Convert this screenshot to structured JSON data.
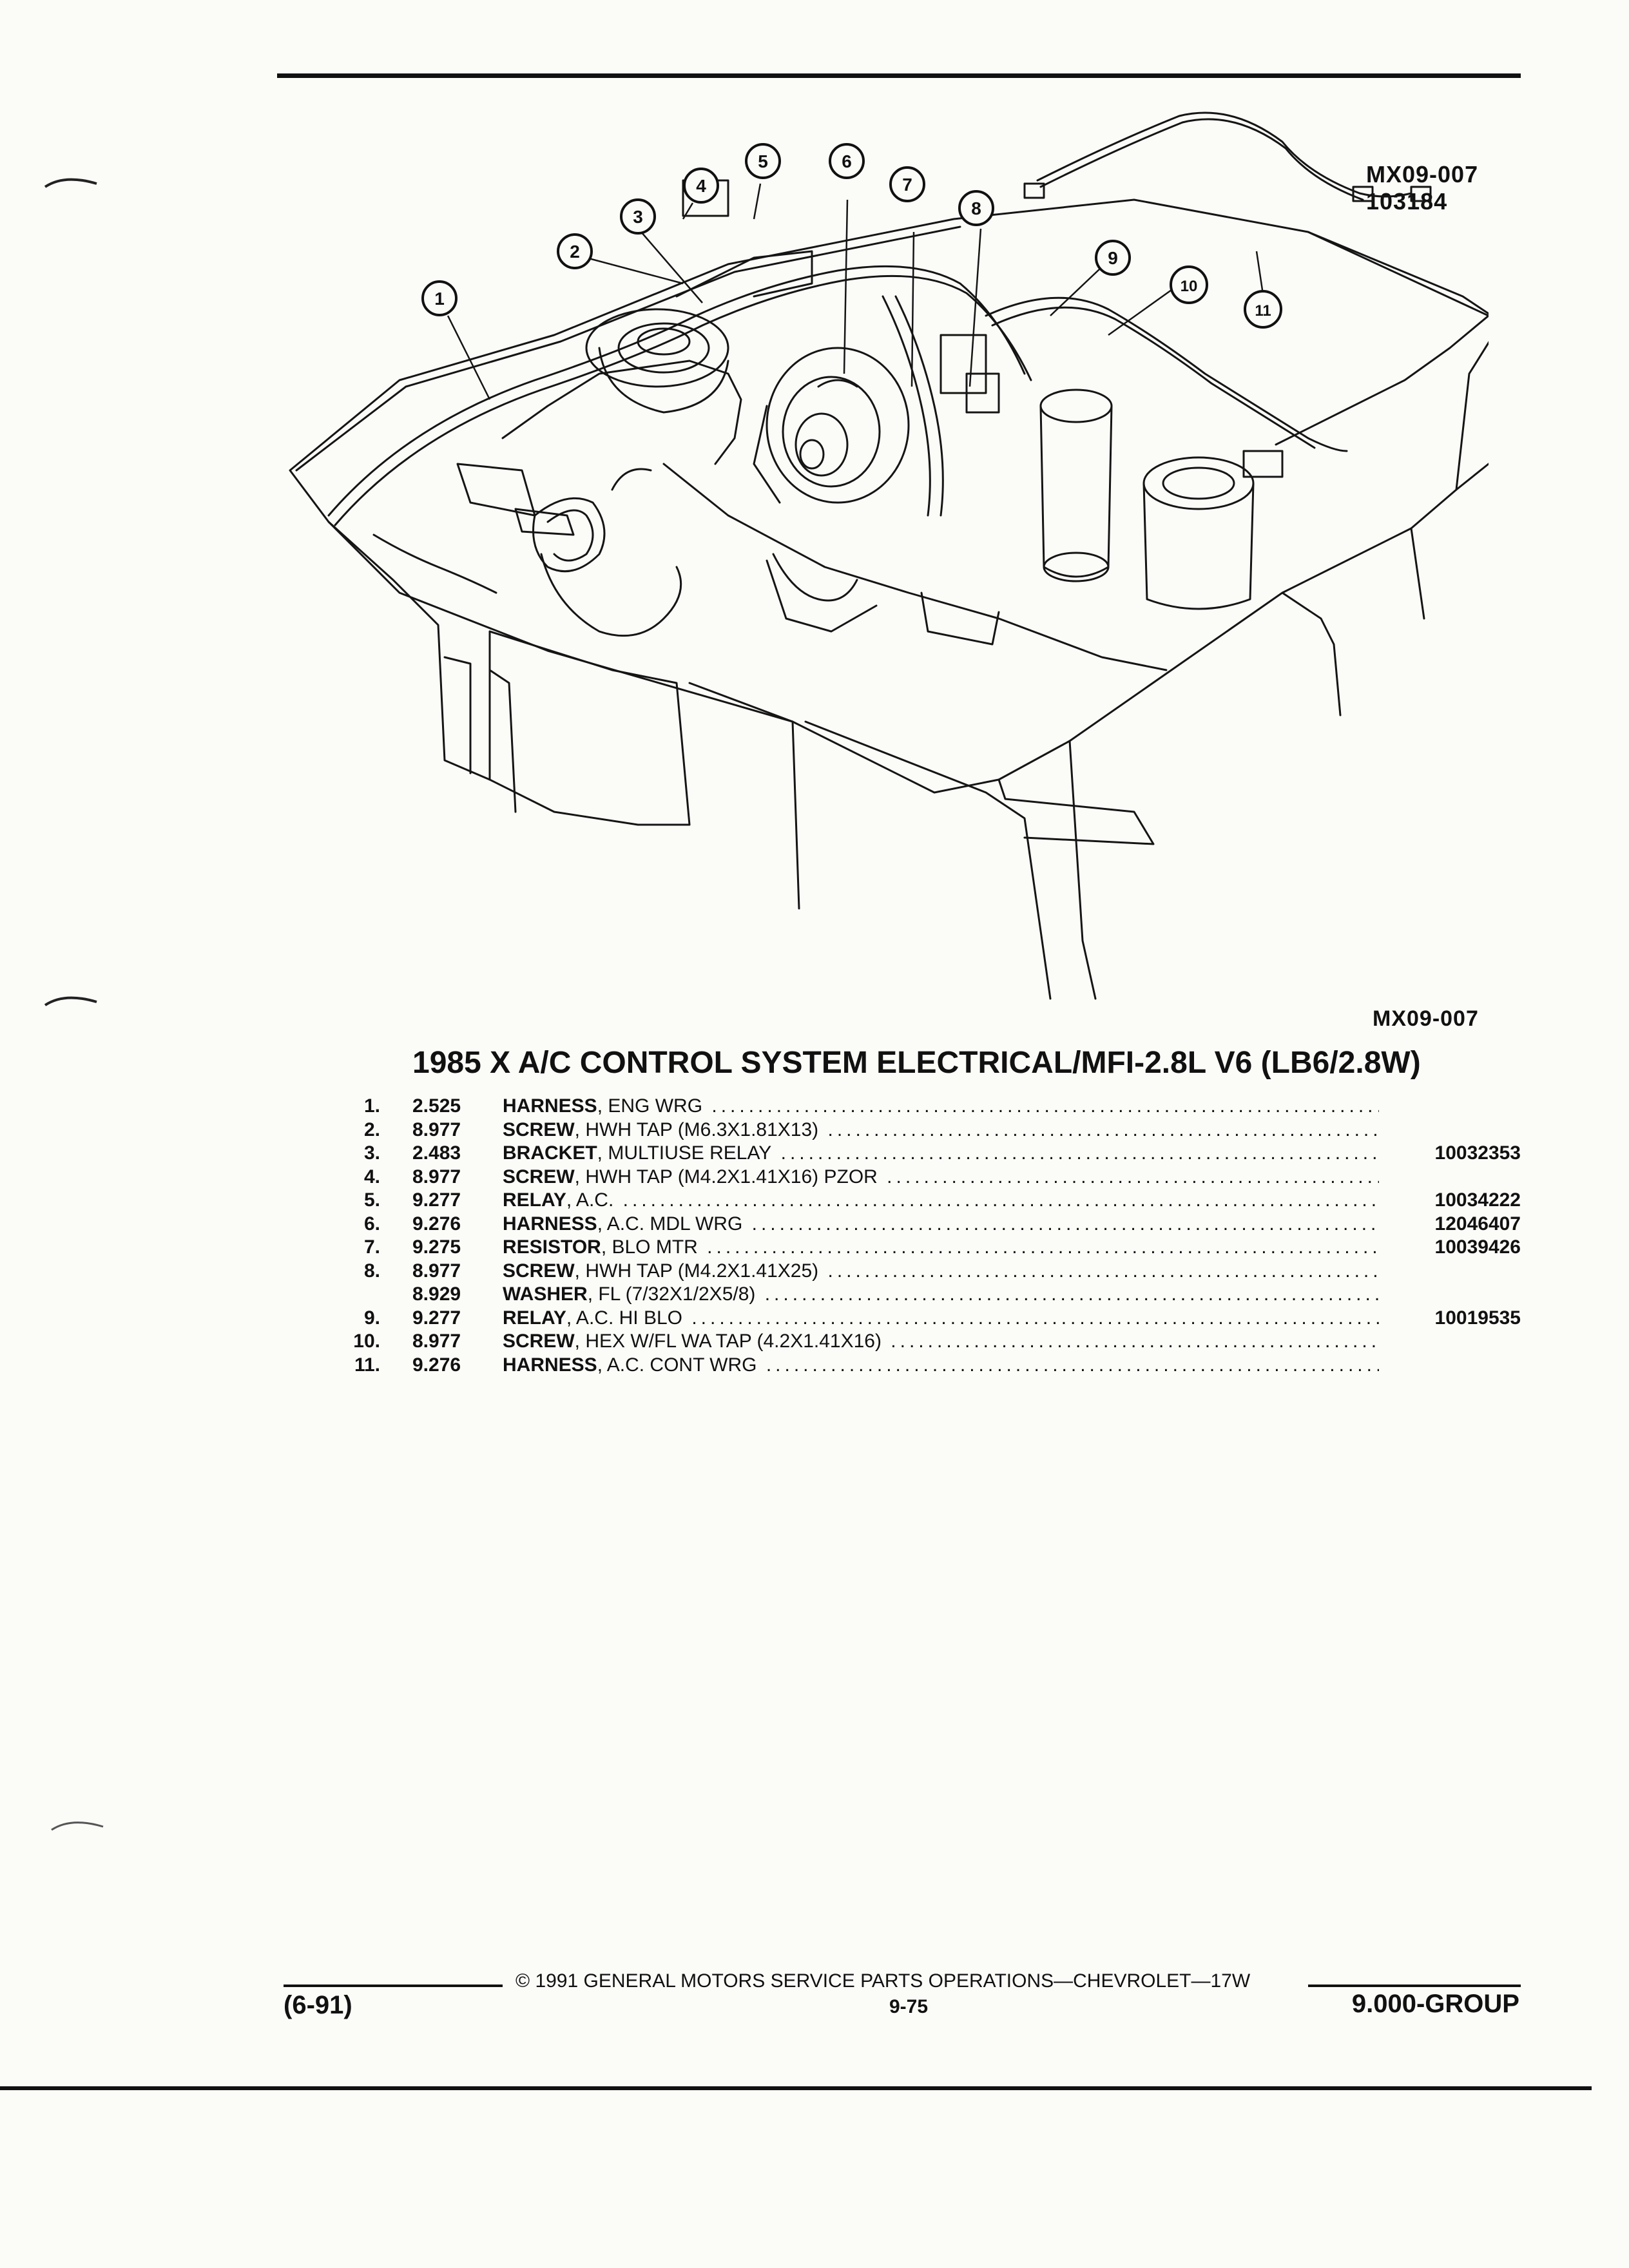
{
  "figure": {
    "code_top": "MX09-007",
    "code_number": "103184",
    "code_bottom": "MX09-007",
    "callouts": [
      "1",
      "2",
      "3",
      "4",
      "5",
      "6",
      "7",
      "8",
      "9",
      "10",
      "11"
    ]
  },
  "title": "1985 X A/C CONTROL SYSTEM ELECTRICAL/MFI-2.8L V6 (LB6/2.8W)",
  "parts": [
    {
      "num": "1.",
      "group": "2.525",
      "name": "HARNESS",
      "desc": ", ENG WRG",
      "part_no": ""
    },
    {
      "num": "2.",
      "group": "8.977",
      "name": "SCREW",
      "desc": ", HWH TAP (M6.3X1.81X13)",
      "part_no": ""
    },
    {
      "num": "3.",
      "group": "2.483",
      "name": "BRACKET",
      "desc": ", MULTIUSE RELAY",
      "part_no": "10032353"
    },
    {
      "num": "4.",
      "group": "8.977",
      "name": "SCREW",
      "desc": ", HWH TAP (M4.2X1.41X16) PZOR",
      "part_no": ""
    },
    {
      "num": "5.",
      "group": "9.277",
      "name": "RELAY",
      "desc": ", A.C.",
      "part_no": "10034222"
    },
    {
      "num": "6.",
      "group": "9.276",
      "name": "HARNESS",
      "desc": ", A.C. MDL WRG",
      "part_no": "12046407"
    },
    {
      "num": "7.",
      "group": "9.275",
      "name": "RESISTOR",
      "desc": ", BLO MTR",
      "part_no": "10039426"
    },
    {
      "num": "8.",
      "group": "8.977",
      "name": "SCREW",
      "desc": ", HWH TAP (M4.2X1.41X25)",
      "part_no": ""
    },
    {
      "num": "",
      "group": "8.929",
      "name": "WASHER",
      "desc": ", FL (7/32X1/2X5/8)",
      "part_no": ""
    },
    {
      "num": "9.",
      "group": "9.277",
      "name": "RELAY",
      "desc": ", A.C. HI BLO",
      "part_no": "10019535"
    },
    {
      "num": "10.",
      "group": "8.977",
      "name": "SCREW",
      "desc": ", HEX W/FL WA TAP (4.2X1.41X16)",
      "part_no": ""
    },
    {
      "num": "11.",
      "group": "9.276",
      "name": "HARNESS",
      "desc": ", A.C. CONT WRG",
      "part_no": ""
    }
  ],
  "footer": {
    "copyright": "©  1991  GENERAL MOTORS SERVICE PARTS OPERATIONS—CHEVROLET—17W",
    "date": "(6-91)",
    "page": "9-75",
    "group": "9.000-GROUP"
  }
}
